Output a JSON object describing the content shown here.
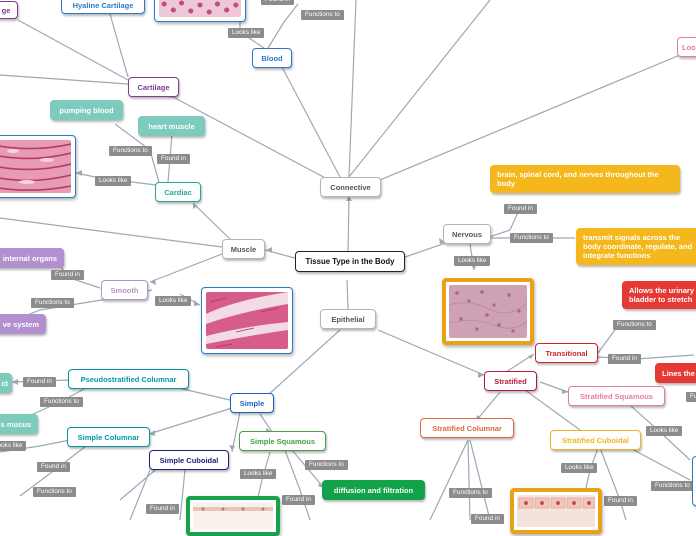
{
  "nodes": {
    "root": "Tissue Type in the Body",
    "connective": "Connective",
    "blood": "Blood",
    "cartilage": "Cartilage",
    "hyaline_cartilage": "Hyaline Cartilage",
    "cartilage_partial": "ge",
    "muscle": "Muscle",
    "cardiac": "Cardiac",
    "smooth": "Smooth",
    "pumping_blood": "pumping blood",
    "heart_muscle": "heart muscle",
    "internal_organs": "internal organs",
    "digestive_system_partial": "ve system",
    "nervous": "Nervous",
    "nervous_found_in": "brain, spinal cord, and nerves throughout the body",
    "nervous_functions": "transmit signals across the body coordinate, regulate, and integrate functions",
    "epithelial": "Epithelial",
    "simple": "Simple",
    "stratified": "Stratified",
    "pseudostratified_columnar": "Pseudostratified Columnar",
    "simple_columnar": "Simple Columnar",
    "simple_cuboidal": "Simple Cuboidal",
    "simple_squamous": "Simple Squamous",
    "diffusion_filtration": "diffusion and filtration",
    "mucus_partial": "s mucus",
    "tract_partial": "ct",
    "transitional": "Transitional",
    "urinary_bladder": "Allows the urinary bladder to stretch",
    "lines_the_partial": "Lines the",
    "stratified_squamous": "Stratified Squamous",
    "stratified_columnar": "Stratified Columnar",
    "stratified_cuboidal": "Stratified Cuboidal",
    "looks_partial": "Loo"
  },
  "relations": {
    "looks_like": "Looks like",
    "functions_to": "Functions to",
    "found_in": "Found in"
  },
  "edge_labels": [
    {
      "rel": "functions_to"
    },
    {
      "rel": "looks_like"
    },
    {
      "rel": "functions_to"
    },
    {
      "rel": "found_in"
    },
    {
      "rel": "looks_like"
    },
    {
      "rel": "found_in"
    },
    {
      "rel": "functions_to"
    },
    {
      "rel": "looks_like"
    },
    {
      "rel": "found_in"
    },
    {
      "rel": "functions_to"
    },
    {
      "rel": "looks_like"
    },
    {
      "rel": "found_in"
    },
    {
      "rel": "functions_to"
    },
    {
      "rel": "looks_like"
    },
    {
      "rel": "found_in"
    },
    {
      "rel": "functions_to"
    },
    {
      "rel": "looks_like"
    },
    {
      "rel": "functions_to"
    },
    {
      "rel": "found_in"
    },
    {
      "rel": "found_in"
    },
    {
      "rel": "functions_to"
    },
    {
      "rel": "looks_like"
    },
    {
      "rel": "found_in"
    },
    {
      "rel": "functions_to"
    },
    {
      "rel": "found_in"
    },
    {
      "rel": "looks_like"
    },
    {
      "rel": "found_in"
    },
    {
      "rel": "functions_to"
    },
    {
      "rel": "found_in"
    }
  ],
  "colors": {
    "connector": "#9ea8b6",
    "cartilage": "#7b3f8f",
    "blood": "#2b7bc9",
    "cardiac": "#26a69a",
    "smooth": "#b493c6",
    "muscle": "#555555",
    "nervous_fill": "#f5b81c",
    "stratified": "#b71c3a",
    "transitional": "#c62828",
    "urinary_fill": "#e53935",
    "pink": "#e57ba5",
    "stratified_columnar": "#e0673b",
    "stratified_cuboidal": "#f0b41e",
    "simple": "#1565c0",
    "simple_squamous": "#43a047",
    "diffusion_fill": "#12a24a",
    "pseudostratified": "#0097a7",
    "simple_cuboidal": "#1a237e",
    "teal_fill": "#7ccbbd",
    "smooth_fill": "#b28fce",
    "image_border": "#2b7bc9",
    "image_border_orange": "#e8a21a",
    "image_border_green": "#16a34a"
  },
  "icons": {
    "cardiac_image": "cardiac-muscle-micrograph",
    "smooth_image": "smooth-muscle-micrograph",
    "blood_image": "blood-smear-micrograph",
    "nervous_image": "nervous-tissue-micrograph",
    "simple_cuboidal_image": "simple-cuboidal-micrograph",
    "stratified_cuboidal_image": "stratified-cuboidal-micrograph"
  }
}
